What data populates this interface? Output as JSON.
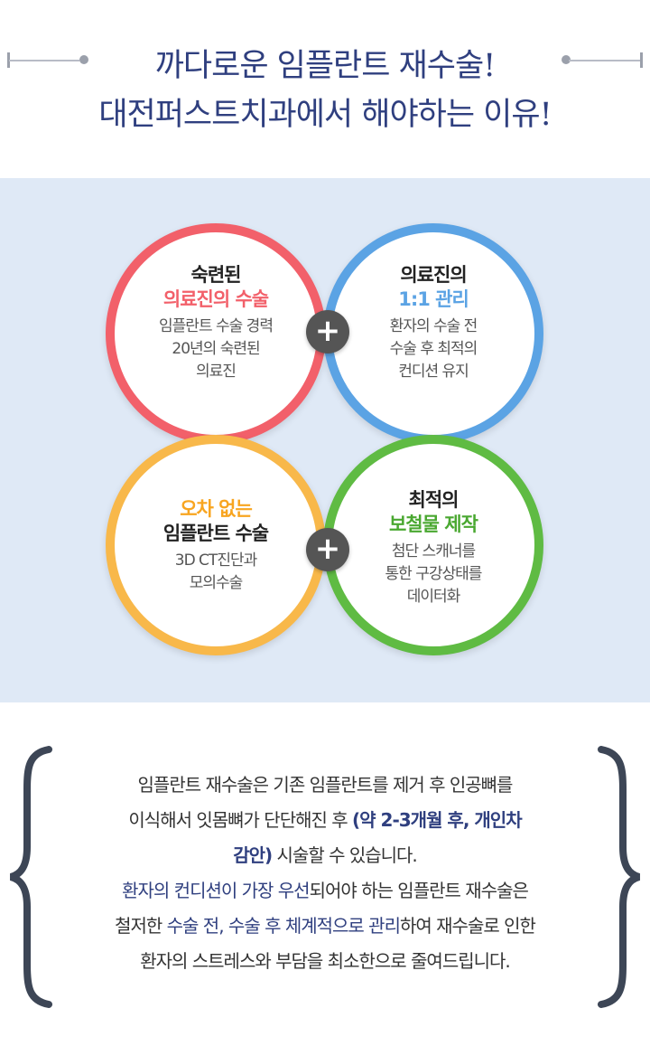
{
  "header": {
    "title_line1": "까다로운 임플란트 재수술!",
    "title_line2": "대전퍼스트치과에서 해야하는 이유!"
  },
  "circles": [
    {
      "head_line1": "숙련된",
      "head_line2": "의료진의 수술",
      "body_lines": [
        "임플란트 수술 경력",
        "20년의 숙련된",
        "의료진"
      ],
      "accent_color": "#f2606a"
    },
    {
      "head_line1": "의료진의",
      "head_line2": "1:1 관리",
      "body_lines": [
        "환자의 수술 전",
        "수술 후 최적의",
        "컨디션 유지"
      ],
      "accent_color": "#5ba3e4"
    },
    {
      "head_line1": "오차 없는",
      "head_line2": "임플란트 수술",
      "body_lines": [
        "3D CT진단과",
        "모의수술"
      ],
      "accent_color": "#f8a520"
    },
    {
      "head_line1": "최적의",
      "head_line2": "보철물 제작",
      "body_lines": [
        "첨단 스캐너를",
        "통한  구강상태를",
        "데이터화"
      ],
      "accent_color": "#4aa831"
    }
  ],
  "plus_symbol": "+",
  "description": {
    "line1": "임플란트 재수술은 기존 임플란트를 제거 후 인공뼈를",
    "line2_a": "이식해서 잇몸뼈가 단단해진 후 ",
    "line2_b": "(약 2-3개월 후, 개인차",
    "line3_a": "감안)",
    "line3_b": " 시술할 수 있습니다.",
    "line4_a": "환자의 컨디션이 가장 우선",
    "line4_b": "되어야 하는 임플란트 재수술은",
    "line5_a": "철저한 ",
    "line5_b": "수술 전, 수술 후 체계적으로 관리",
    "line5_c": "하여 재수술로 인한",
    "line6": "환자의 스트레스와 부담을 최소한으로 줄여드립니다."
  },
  "colors": {
    "title": "#2f3f7f",
    "panel_bg": "#dfe9f6",
    "brace": "#3d4656"
  }
}
